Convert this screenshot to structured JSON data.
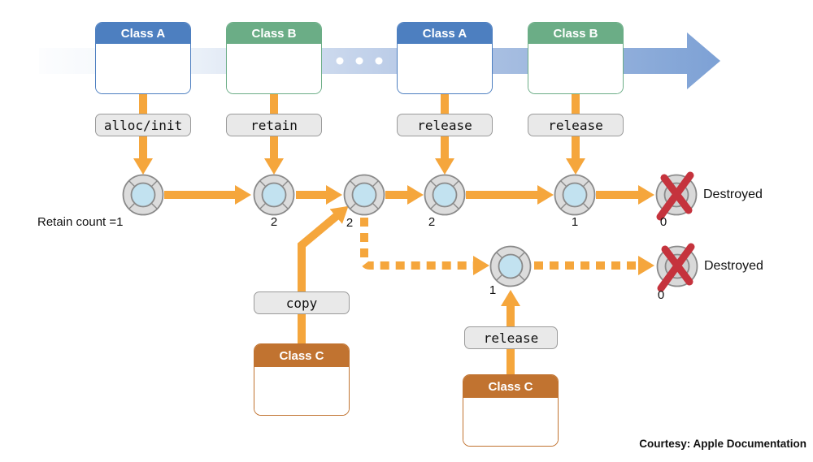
{
  "class_boxes": {
    "a1": "Class A",
    "b1": "Class B",
    "a2": "Class A",
    "b2": "Class B",
    "c1": "Class C",
    "c2": "Class C"
  },
  "action_labels": {
    "alloc_init": "alloc/init",
    "retain": "retain",
    "release_a": "release",
    "release_b": "release",
    "copy": "copy",
    "release_c": "release"
  },
  "retain_counts": {
    "initial": "Retain count =1",
    "after_retain": "2",
    "after_copy": "2",
    "after_release_a": "2",
    "after_release_b": "1",
    "row1_final": "0",
    "copy_object": "1",
    "row2_final": "0"
  },
  "annotations": {
    "destroyed_row1": "Destroyed",
    "destroyed_row2": "Destroyed",
    "courtesy": "Courtesy: Apple Documentation"
  },
  "colors": {
    "class_blue": "#4d7fc0",
    "class_green": "#6bad86",
    "class_orange": "#c17330",
    "arrow_orange": "#f5a63c",
    "timeline_blue": "#7da1d5",
    "object_ring": "#dcdcdc",
    "object_core": "#c2e2f0",
    "destroyed_x": "#c5333d"
  },
  "icons": {
    "object_icon": "life-preserver",
    "destroyed_icon": "life-preserver-with-red-x",
    "timeline_icon": "blue-gradient-right-arrow",
    "ellipsis_icon": "three-dots"
  }
}
